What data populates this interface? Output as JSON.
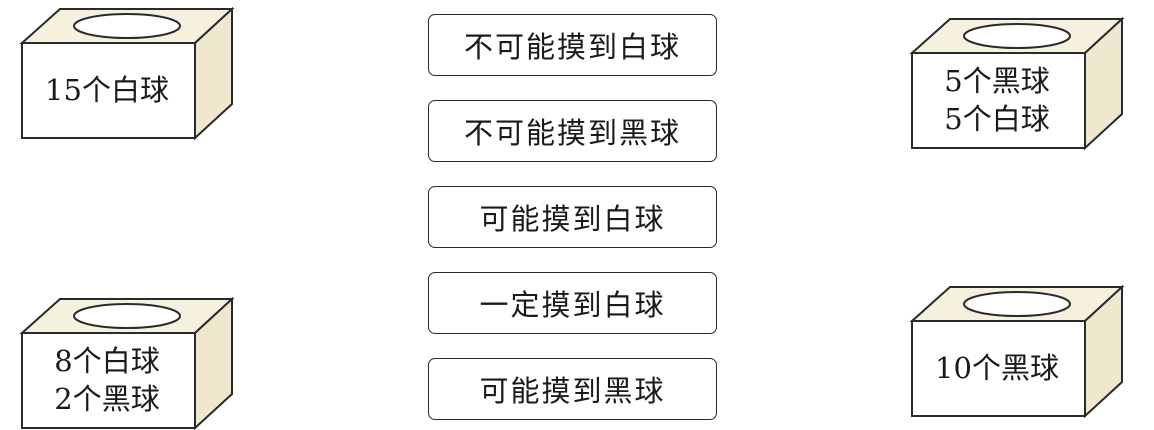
{
  "boxes": [
    {
      "lines": [
        "15个白球"
      ]
    },
    {
      "lines": [
        "8个白球",
        "2个黑球"
      ]
    },
    {
      "lines": [
        "5个黑球",
        "5个白球"
      ]
    },
    {
      "lines": [
        "10个黑球"
      ]
    }
  ],
  "options": [
    "不可能摸到白球",
    "不可能摸到黑球",
    "可能摸到白球",
    "一定摸到白球",
    "可能摸到黑球"
  ],
  "colors": {
    "line": "#2a2a2a",
    "top_face": "#f6f1de",
    "side_face": "#efe8cf",
    "front_face": "#ffffff"
  }
}
